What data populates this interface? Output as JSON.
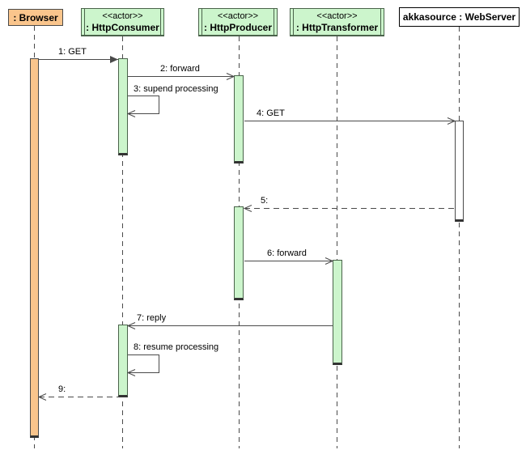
{
  "diagram": {
    "type": "uml-sequence-diagram",
    "participants": [
      {
        "name": ": Browser",
        "stereotype": "",
        "kind": "object",
        "fill": "#FAC58C"
      },
      {
        "name": ": HttpConsumer",
        "stereotype": "<<actor>>",
        "kind": "actor",
        "fill": "#CCF5CC"
      },
      {
        "name": ": HttpProducer",
        "stereotype": "<<actor>>",
        "kind": "actor",
        "fill": "#CCF5CC"
      },
      {
        "name": ": HttpTransformer",
        "stereotype": "<<actor>>",
        "kind": "actor",
        "fill": "#CCF5CC"
      },
      {
        "name": "akkasource : WebServer",
        "stereotype": "",
        "kind": "object",
        "fill": "#FFFFFF"
      }
    ],
    "messages": [
      {
        "label": "1: GET",
        "from": ": Browser",
        "to": ": HttpConsumer",
        "line": "solid",
        "arrow": "filled",
        "self": false
      },
      {
        "label": "2: forward",
        "from": ": HttpConsumer",
        "to": ": HttpProducer",
        "line": "solid",
        "arrow": "open",
        "self": false
      },
      {
        "label": "3: supend processing",
        "from": ": HttpConsumer",
        "to": ": HttpConsumer",
        "line": "solid",
        "arrow": "open",
        "self": true
      },
      {
        "label": "4: GET",
        "from": ": HttpProducer",
        "to": "akkasource : WebServer",
        "line": "solid",
        "arrow": "open",
        "self": false
      },
      {
        "label": "5:",
        "from": "akkasource : WebServer",
        "to": ": HttpProducer",
        "line": "dashed",
        "arrow": "open",
        "self": false
      },
      {
        "label": "6: forward",
        "from": ": HttpProducer",
        "to": ": HttpTransformer",
        "line": "solid",
        "arrow": "open",
        "self": false
      },
      {
        "label": "7: reply",
        "from": ": HttpTransformer",
        "to": ": HttpConsumer",
        "line": "solid",
        "arrow": "open",
        "self": false
      },
      {
        "label": "8: resume processing",
        "from": ": HttpConsumer",
        "to": ": HttpConsumer",
        "line": "solid",
        "arrow": "open",
        "self": true
      },
      {
        "label": "9:",
        "from": ": HttpConsumer",
        "to": ": Browser",
        "line": "dashed",
        "arrow": "open",
        "self": false
      }
    ],
    "colors": {
      "object_fill": "#FAC58C",
      "actor_fill": "#CCF5CC",
      "webserver_fill": "#FFFFFF",
      "line": "#4A4A4A",
      "green_border": "#4A634A",
      "text": "#000000",
      "background": "#FFFFFF"
    }
  }
}
